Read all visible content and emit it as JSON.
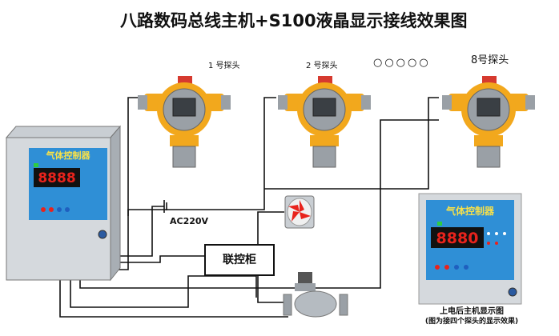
{
  "title": "八路数码总线主机+S100液晶显示接线效果图",
  "detectors": [
    {
      "label": "1 号探头"
    },
    {
      "label": "2 号探头"
    },
    {
      "label": "8号探头"
    }
  ],
  "ellipsis": "○○○○○",
  "power_label": "AC220V",
  "linkage_box_label": "联控柜",
  "controller": {
    "panel_title": "气体控制器",
    "display_value": "8888"
  },
  "inset": {
    "panel_title": "气体控制器",
    "display_value": "8880",
    "caption_line1": "上电后主机显示图",
    "caption_line2": "(图为接四个探头的显示效果)"
  },
  "colors": {
    "detector_yellow": "#f2a81d",
    "detector_grey": "#9aa0a6",
    "panel_blue": "#2f8fd6",
    "led_red": "#e8231c",
    "wire": "#111111"
  }
}
